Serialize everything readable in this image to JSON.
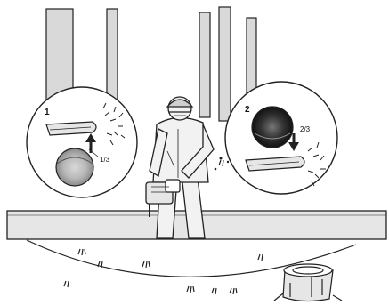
{
  "illustration": {
    "left_inset": {
      "number": "1",
      "fraction": "1/3"
    },
    "right_inset": {
      "number": "2",
      "fraction": "2/3"
    }
  }
}
